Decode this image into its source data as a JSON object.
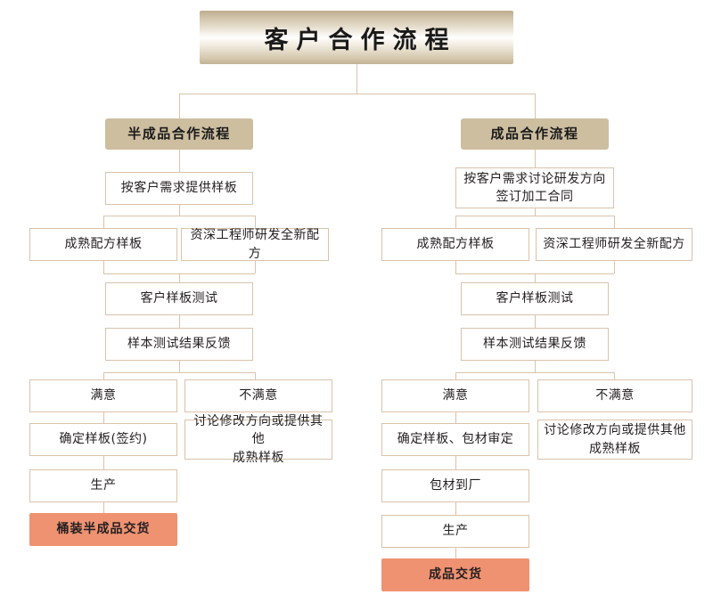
{
  "diagram": {
    "title": "客户合作流程",
    "colors": {
      "box_border": "#d9c3ab",
      "section_header_bg": "#cdbea0",
      "terminal_bg": "#ef9272",
      "connector": "#d9c3ab",
      "text": "#231f20"
    },
    "branches": [
      {
        "id": "semi-finished",
        "header": "半成品合作流程",
        "steps": {
          "sample_provision": "按客户需求提供样板",
          "mature_formula": "成熟配方样板",
          "new_formula": "资深工程师研发全新配方",
          "customer_test": "客户样板测试",
          "test_feedback": "样本测试结果反馈",
          "satisfied": "满意",
          "unsatisfied": "不满意",
          "confirm_sample": "确定样板(签约)",
          "revise": "讨论修改方向或提供其他\n成熟样板",
          "production": "生产",
          "delivery": "桶装半成品交货"
        }
      },
      {
        "id": "finished",
        "header": "成品合作流程",
        "steps": {
          "sample_provision": "按客户需求讨论研发方向\n签订加工合同",
          "mature_formula": "成熟配方样板",
          "new_formula": "资深工程师研发全新配方",
          "customer_test": "客户样板测试",
          "test_feedback": "样本测试结果反馈",
          "satisfied": "满意",
          "unsatisfied": "不满意",
          "confirm_sample": "确定样板、包材审定",
          "revise": "讨论修改方向或提供其他\n成熟样板",
          "packaging_arrival": "包材到厂",
          "production": "生产",
          "delivery": "成品交货"
        }
      }
    ]
  }
}
